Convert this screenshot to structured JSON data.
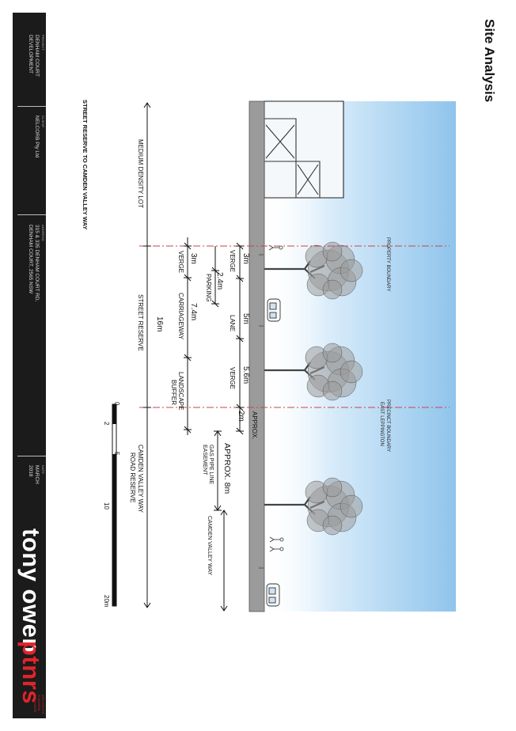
{
  "sheet": {
    "title": "Site Analysis",
    "project_label": "PROJECT",
    "project": [
      "DENHAM COURT",
      "DEVELOPMENT"
    ],
    "client_label": "CLIENT",
    "client": "NELCORB Pty Ltd",
    "address_label": "ADDRESS",
    "address": [
      "315 & 335 DENHAM COURT RD,",
      "DENHAM COURT, 2565 NSW"
    ],
    "date_label": "DATE",
    "date": [
      "MARCH",
      "2018"
    ],
    "logo_white": "tony owen",
    "logo_red": "ptnrs",
    "logo_sub": [
      "ARCHITECTS",
      "PLANNERS",
      "DESIGNERS"
    ]
  },
  "section": {
    "caption": "STREET RESERVE TO CAMDEN VALLEY WAY",
    "property_boundary": "PROPERTY BOUNDARY",
    "precinct_boundary": [
      "PRECINCT BOUNDARY",
      "EAST LEPPINGTON"
    ],
    "medium_density_lot": "MEDIUM DENSITY LOT",
    "street_reserve": "STREET RESERVE",
    "street_reserve_width": "16m",
    "camden_road_reserve": [
      "CAMDEN VALLEY WAY",
      "ROAD RESERVE"
    ],
    "verge_1_width": "3m",
    "verge_1": "VERGE",
    "parking_width": "2.4m",
    "parking": "PARKING",
    "verge_2_width": "3m",
    "verge_2": "VERGE",
    "carriageway_width": "7.4m",
    "carriageway": "CARRIAGEWAY",
    "lane_width": "5m",
    "lane": "LANE",
    "verge_3_width": "5.6m",
    "verge_3": "VERGE",
    "landscape_buffer": [
      "LANDSCAPE",
      "BUFFER"
    ],
    "approx_2m_word": "APPROX.",
    "approx_2m": "2m",
    "gas_approx": "APPROX. 8m",
    "gas_easement": [
      "GAS PIPE LINE",
      "EASEMENT"
    ],
    "camden_valley_way": "CAMDEN VALLEY WAY"
  },
  "scale_bar": {
    "ticks": [
      "0",
      "2",
      "5",
      "10",
      "20m"
    ]
  },
  "colors": {
    "sky": "#8fc4ec",
    "boundary_line": "#c6464b",
    "logo_red": "#e0242b",
    "sidebar": "#1b1b1b"
  }
}
